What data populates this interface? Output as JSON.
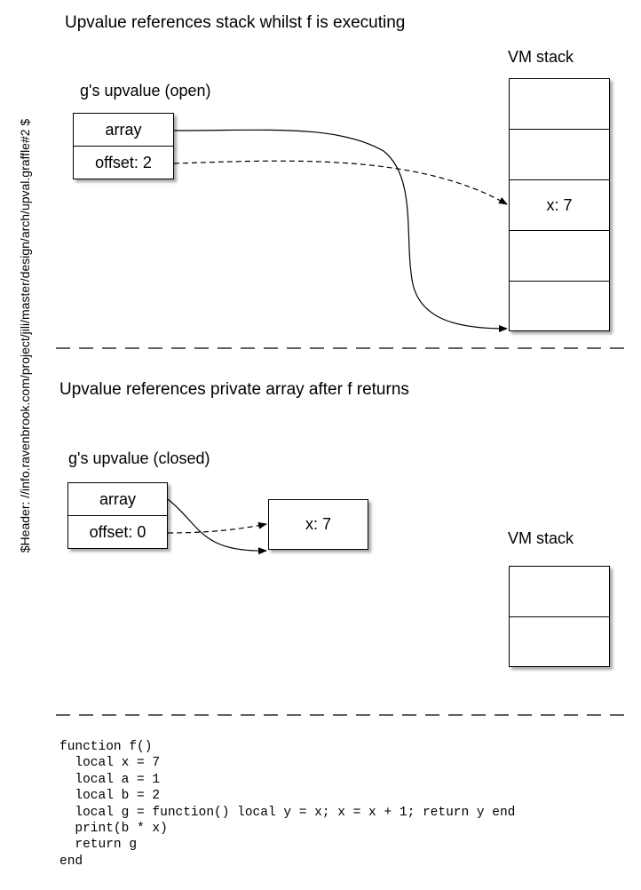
{
  "side_header": "$Header: //info.ravenbrook.com/project/jili/master/design/arch/upval.graffle#2 $",
  "top": {
    "title": "Upvalue references stack whilst f  is executing",
    "upvalue_label": "g's upvalue (open)",
    "upvalue_fields": [
      "array",
      "offset: 2"
    ],
    "stack_label": "VM stack",
    "stack_cells": [
      "",
      "",
      "x: 7",
      "",
      ""
    ]
  },
  "bottom": {
    "title": "Upvalue references private array after f returns",
    "upvalue_label": "g's upvalue (closed)",
    "upvalue_fields": [
      "array",
      "offset: 0"
    ],
    "array_cell": "x: 7",
    "stack_label": "VM stack",
    "stack_cells": [
      "",
      ""
    ]
  },
  "code": [
    "function f()",
    "  local x = 7",
    "  local a = 1",
    "  local b = 2",
    "  local g = function() local y = x; x = x + 1; return y end",
    "  print(b * x)",
    "  return g",
    "end"
  ]
}
